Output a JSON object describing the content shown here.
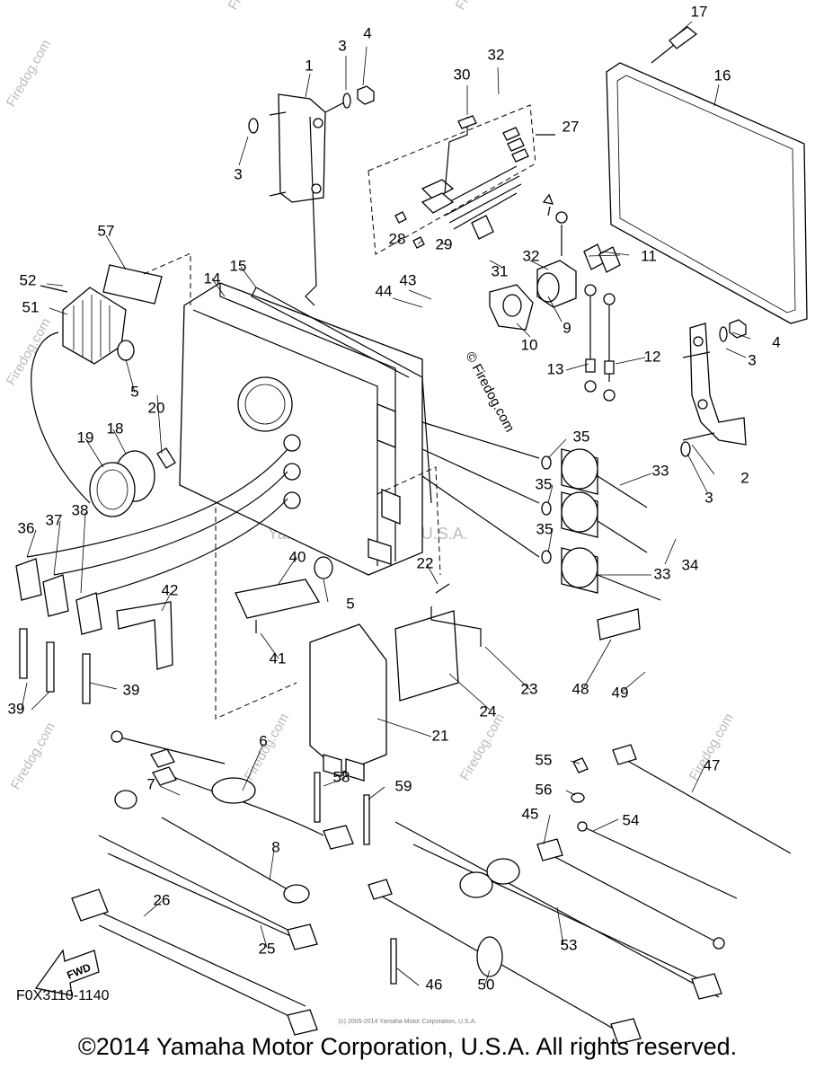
{
  "diagram": {
    "code": "F0X3110-1140",
    "fwd_label": "FWD",
    "watermark_center": "Yamaha Motor Corp, U.S.A.",
    "watermark_side": "© Firedog.com",
    "watermark_tile": "Firedog.com",
    "footer": "©2014 Yamaha Motor Corporation, U.S.A. All rights reserved.",
    "footer_fine": "(c) 2005-2014 Yamaha Motor Corporation, U.S.A.",
    "callouts": [
      "1",
      "2",
      "3",
      "4",
      "5",
      "6",
      "7",
      "8",
      "9",
      "10",
      "11",
      "12",
      "13",
      "14",
      "15",
      "16",
      "17",
      "18",
      "19",
      "20",
      "21",
      "22",
      "23",
      "24",
      "25",
      "26",
      "27",
      "28",
      "29",
      "30",
      "31",
      "32",
      "33",
      "34",
      "35",
      "36",
      "37",
      "38",
      "39",
      "40",
      "41",
      "42",
      "43",
      "44",
      "45",
      "46",
      "47",
      "48",
      "49",
      "50",
      "51",
      "52",
      "53",
      "54",
      "55",
      "56",
      "57",
      "58",
      "59"
    ]
  }
}
